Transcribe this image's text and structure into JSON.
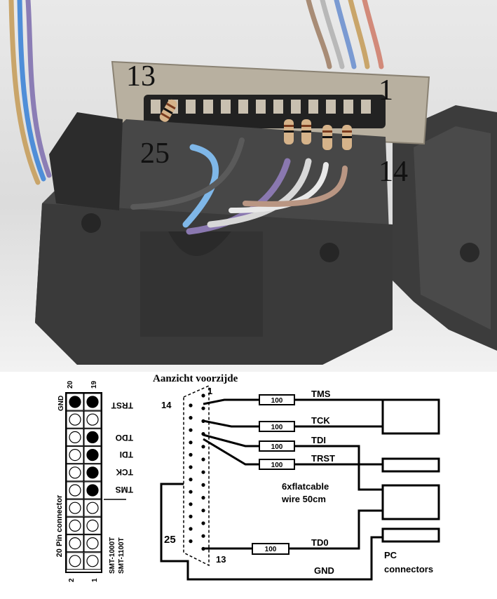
{
  "photo": {
    "labels": {
      "pin13": "13",
      "pin1": "1",
      "pin25": "25",
      "pin14": "14"
    }
  },
  "diagram": {
    "title": "Aanzicht voorzijde",
    "header": {
      "pin_connector": {
        "label": "20 Pin connector",
        "gnd": "GND",
        "col_top_left": "20",
        "col_top_right": "19",
        "col_bottom_left": "2",
        "col_bottom_right": "1",
        "models": [
          "SMT-1000T",
          "SMT-1100T"
        ],
        "signals": [
          "TRST",
          "TDO",
          "TDI",
          "TCK",
          "TMS"
        ]
      }
    },
    "db25": {
      "pin1": "1",
      "pin13": "13",
      "pin14": "14",
      "pin25": "25"
    },
    "resistor_value": "100",
    "signals": {
      "tms": "TMS",
      "tck": "TCK",
      "tdi": "TDI",
      "trst": "TRST",
      "tdo": "TD0",
      "gnd": "GND"
    },
    "cable_note": [
      "6xflatcable",
      "wire 50cm"
    ],
    "pc_note": [
      "PC",
      "connectors"
    ]
  }
}
